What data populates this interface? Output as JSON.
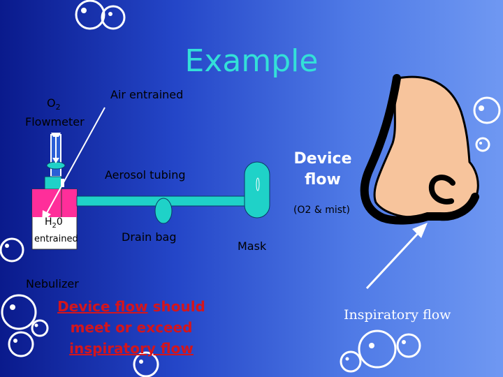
{
  "title": "Example",
  "labels": {
    "o2": "O",
    "o2_sub": "2",
    "air_entrained": "Air entrained",
    "flowmeter": "Flowmeter",
    "aerosol_tubing": "Aerosol tubing",
    "device_flow_line1": "Device",
    "device_flow_line2": "flow",
    "o2_mist": "(O2 & mist)",
    "h2o_h": "H",
    "h2o_sub": "2",
    "h2o_rest": "0",
    "entrained": "entrained",
    "drain_bag": "Drain bag",
    "mask": "Mask",
    "nebulizer": "Nebulizer",
    "inspiratory_flow": "Inspiratory flow"
  },
  "statement": {
    "line1_underlined": "Device flow",
    "line1_rest": " should",
    "line2": "meet or exceed",
    "line3_underlined": "inspiratory flow"
  },
  "colors": {
    "title": "#33e0d8",
    "statement": "#d4151c",
    "nose_skin": "#f7c49c",
    "tube": "#1fd2c8",
    "nebulizer_fluid": "#ff2e9a"
  }
}
